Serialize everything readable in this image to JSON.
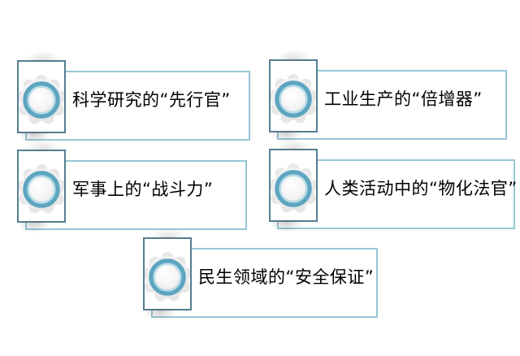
{
  "diagram": {
    "description": "Five-card concept diagram, roles of a discipline in different fields",
    "items": [
      {
        "label": "科学研究的“先行官”"
      },
      {
        "label": "工业生产的“倍增器”"
      },
      {
        "label": "军事上的“战斗力”"
      },
      {
        "label": "人类活动中的“物化法官”"
      },
      {
        "label": "民生领域的“安全保证”"
      }
    ]
  },
  "colors": {
    "background": "#ffffff",
    "icon_box_border": "#557e92",
    "panel_border": "#96c6d6",
    "gear_body": "#ececec",
    "ring_teal": "#5da5c0",
    "ring_inner_light": "#b7dce8",
    "text": "#000000"
  },
  "icons": [
    {
      "name": "gear-ring-icon",
      "meaning": "gear with teal ring, decorative bullet for each card"
    }
  ]
}
